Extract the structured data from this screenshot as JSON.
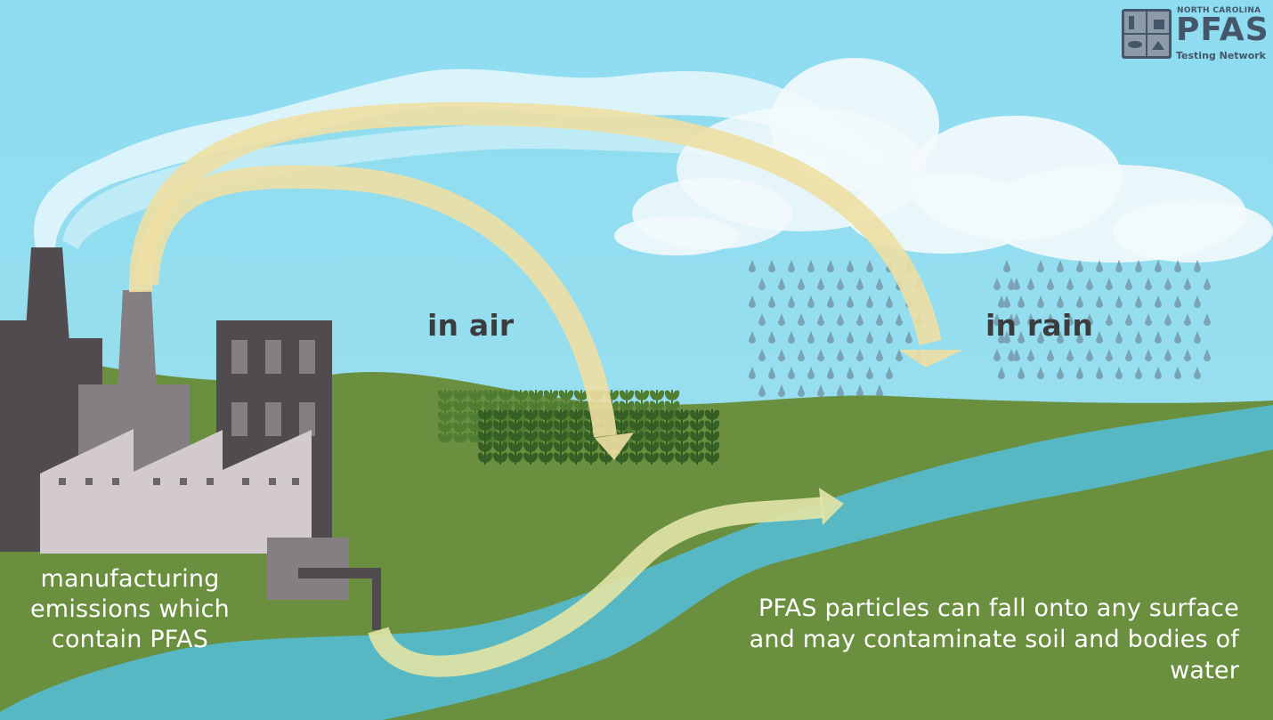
{
  "logo": {
    "state": "NORTH CAROLINA",
    "name": "PFAS",
    "subtitle": "Testing Network"
  },
  "labels": {
    "in_air": "in air",
    "in_rain": "in rain",
    "source": "manufacturing emissions which contain PFAS",
    "caption": "PFAS particles can fall onto any surface and may contaminate soil and bodies of water"
  },
  "colors": {
    "sky": "#8fdcf0",
    "ground": "#6a8f3f",
    "river": "#57b8c4",
    "pathway_arrow": "#eedfa3",
    "factory_dark": "#4f4b4f",
    "factory_mid": "#847f83",
    "factory_light": "#d2cacd",
    "cloud": "#f3f9fc",
    "rain": "#7aa3b5",
    "crop": "#3f6b2a",
    "label_dark": "#3c3c3e",
    "label_light": "#ffffff"
  },
  "icons": [
    "factory-icon",
    "smokestack-icon",
    "cloud-icon",
    "raindrop-icon",
    "crop-icon",
    "discharge-pipe-icon",
    "pfas-logo-icon"
  ]
}
